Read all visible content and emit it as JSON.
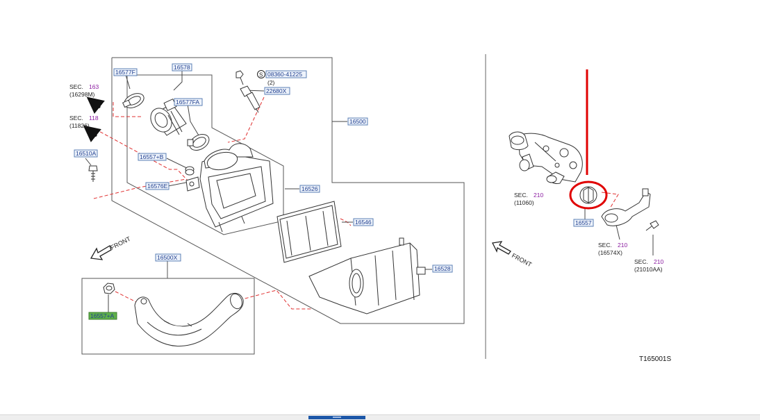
{
  "diagram": {
    "drawing_id": "T165001S",
    "front_label": "FRONT",
    "sec_label": "SEC.",
    "part_numbers": {
      "p16577F": "16577F",
      "p16578": "16578",
      "p16577FA": "16577FA",
      "p08360": "08360-41225",
      "qty2": "(2)",
      "p22680X": "22680X",
      "p16500": "16500",
      "p16557B": "16557+B",
      "p16510A": "16510A",
      "p16576E": "16576E",
      "p16526": "16526",
      "p16546": "16546",
      "p16528": "16528",
      "p16500X": "16500X",
      "p16557A": "16557+A",
      "p16557": "16557"
    },
    "sec_refs": {
      "s163": "163",
      "s163_sub": "(16298M)",
      "s118": "118",
      "s118_sub": "(11826)",
      "s210a": "210",
      "s210a_sub": "(11060)",
      "s210b": "210",
      "s210b_sub": "(16574X)",
      "s210c": "210",
      "s210c_sub": "(21010AA)"
    },
    "screw_symbol": "S",
    "colors": {
      "box_border": "#5b7fb5",
      "box_fill": "#eef3fb",
      "part_text": "#1f3f8f",
      "highlight_fill": "#5fb04a",
      "sec_number": "#8a1aa0",
      "leader": "#e03030",
      "annotation": "#e00000",
      "drawing": "#333333"
    }
  }
}
